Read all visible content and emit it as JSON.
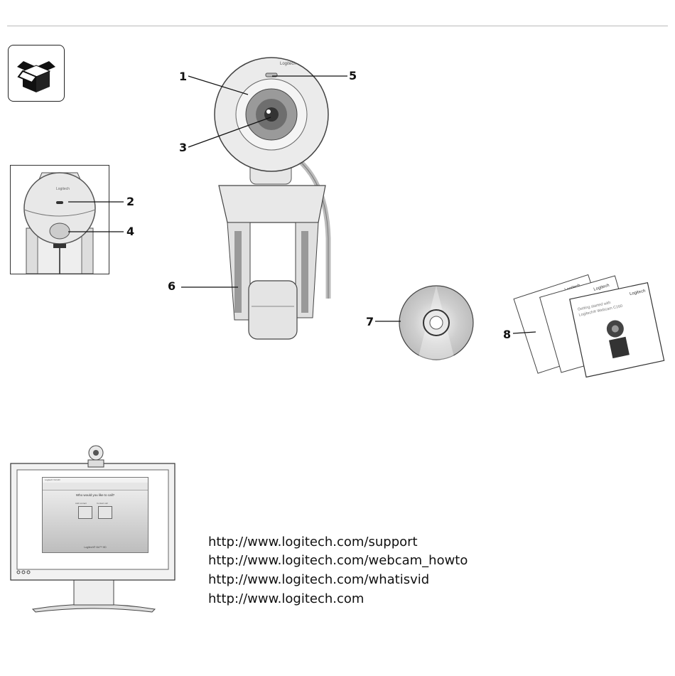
{
  "callouts": {
    "c1": "1",
    "c2": "2",
    "c3": "3",
    "c4": "4",
    "c5": "5",
    "c6": "6",
    "c7": "7",
    "c8": "8"
  },
  "camera": {
    "brand_mark": "Logitech"
  },
  "booklets": {
    "title_line1": "Getting started with",
    "title_line2": "Logitech® Webcam C160",
    "brand_mark": "Logitech"
  },
  "monitor_screen": {
    "prompt": "Who would you like to call?",
    "button_left_label": "Add contact",
    "button_right_label": "Contact call",
    "footer_brand": "Logitech® Vid™ HD",
    "header_text": "Logitech Vid HD"
  },
  "links": [
    "http://www.logitech.com/support",
    "http://www.logitech.com/webcam_howto",
    "http://www.logitech.com/whatisvid",
    "http://www.logitech.com"
  ]
}
